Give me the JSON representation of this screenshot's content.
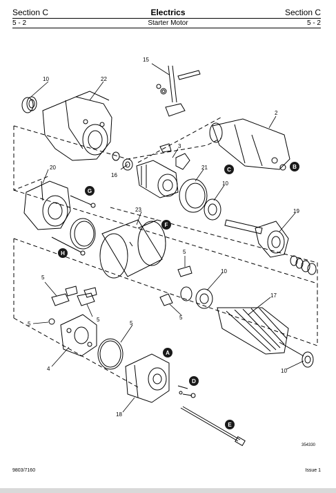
{
  "header": {
    "section_left": "Section C",
    "section_right": "Section C",
    "title": "Electrics",
    "page_left": "5 - 2",
    "page_right": "5 - 2",
    "subtitle": "Starter Motor"
  },
  "callouts": {
    "c2": "2",
    "c3": "3",
    "c4": "4",
    "c5a": "5",
    "c5b": "5",
    "c5c": "5",
    "c5d": "5",
    "c5e": "5",
    "c5f": "5",
    "c10a": "10",
    "c10b": "10",
    "c10c": "10",
    "c10d": "10",
    "c15": "15",
    "c16": "16",
    "c17": "17",
    "c18": "18",
    "c19": "19",
    "c20": "20",
    "c21": "21",
    "c22": "22",
    "c23": "23"
  },
  "markers": {
    "a": "A",
    "b": "B",
    "c": "C",
    "d": "D",
    "e": "E",
    "f": "F",
    "g": "G",
    "h": "H"
  },
  "figure_number": "354330",
  "footer": {
    "doc_number": "9803/7160",
    "issue": "Issue 1"
  },
  "colors": {
    "marker_fill": "#1a1a1a",
    "marker_text": "#ffffff",
    "line": "#000000",
    "bottom_bar": "#d9d9d9"
  }
}
